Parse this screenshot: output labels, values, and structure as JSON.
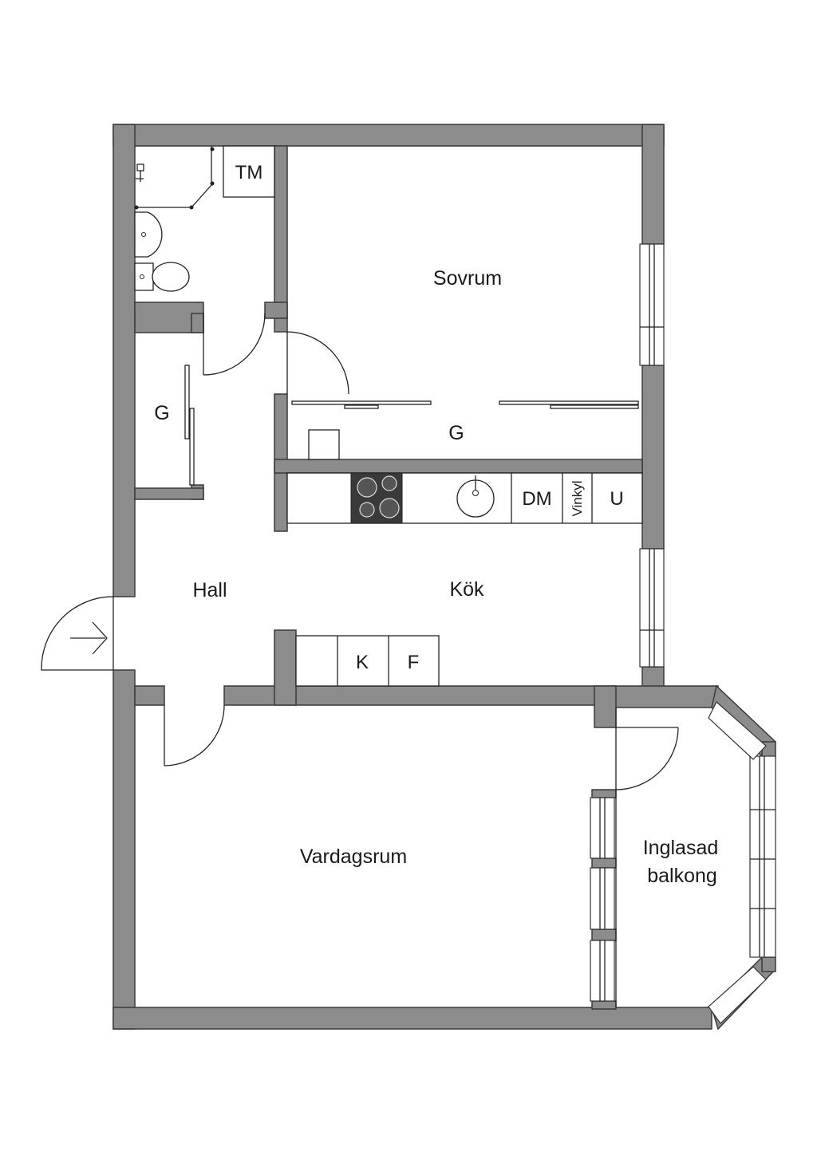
{
  "rooms": {
    "sovrum": "Sovrum",
    "hall": "Hall",
    "kok": "Kök",
    "vardagsrum": "Vardagsrum",
    "balkong_line1": "Inglasad",
    "balkong_line2": "balkong"
  },
  "fixtures": {
    "tm": "TM",
    "wardrobe_hall": "G",
    "wardrobe_bedroom": "G",
    "dm": "DM",
    "vinkyl": "Vinkyl",
    "u": "U",
    "k": "K",
    "f": "F"
  },
  "colors": {
    "wall": "#8c8c8c",
    "stove": "#3a3a3a"
  }
}
